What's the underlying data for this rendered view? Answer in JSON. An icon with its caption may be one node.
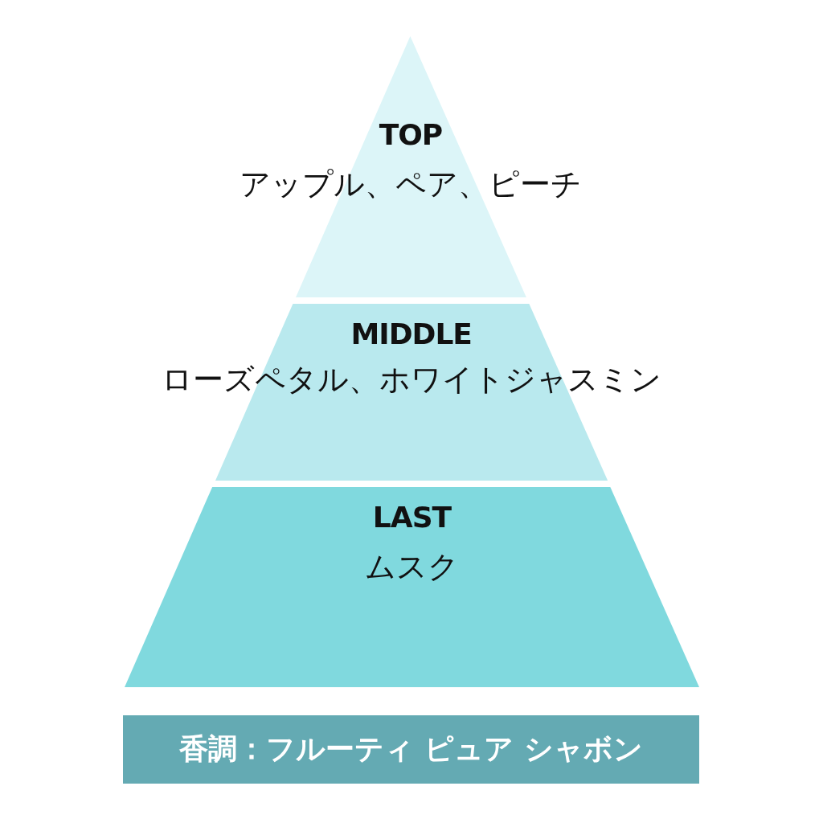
{
  "diagram": {
    "nodes": [
      {
        "text": [
          "TOP",
          "アップル、ペア、ピーチ"
        ]
      },
      {
        "text": [
          "MIDDLE",
          "ローズペタル、ホワイトジャスミン"
        ]
      },
      {
        "text": [
          "LAST",
          "ムスク"
        ]
      },
      {
        "text": [
          "香調：フルーティ ピュア シャボン"
        ]
      }
    ]
  }
}
